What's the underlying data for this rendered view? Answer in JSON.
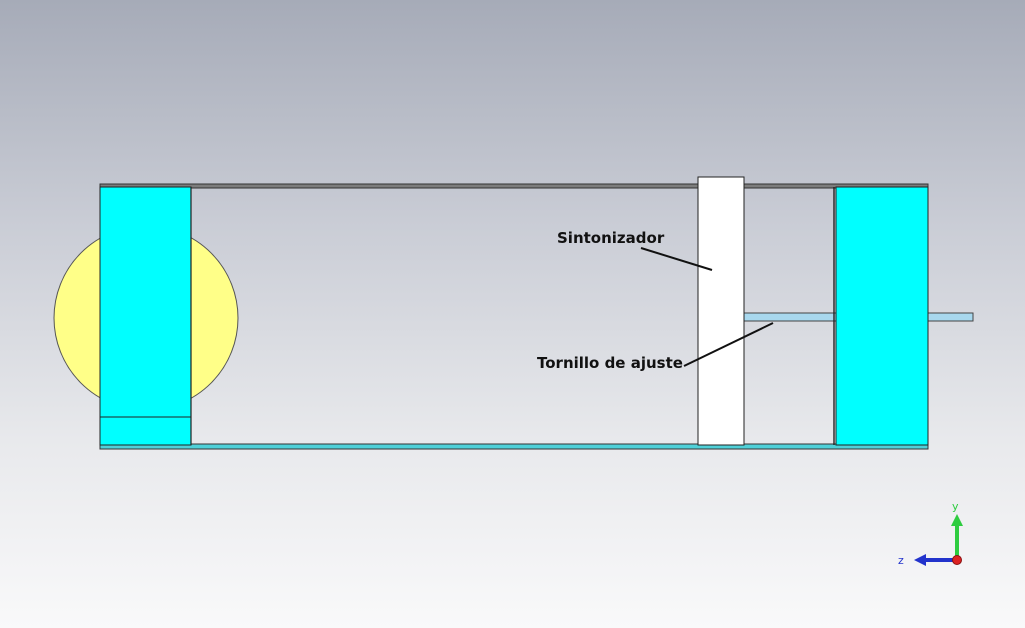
{
  "scene": {
    "labels": {
      "tuner": "Sintonizador",
      "adjust_screw": "Tornillo de ajuste"
    },
    "axes": {
      "y_label": "y",
      "z_label": "z",
      "y_color": "#2ecc40",
      "z_color": "#2233cc",
      "x_color": "#dd2222"
    },
    "colors": {
      "cyan": "#00ffff",
      "yellow": "#ffff88",
      "white": "#ffffff",
      "rod": "#a8d8ee",
      "outline": "#222222"
    }
  }
}
